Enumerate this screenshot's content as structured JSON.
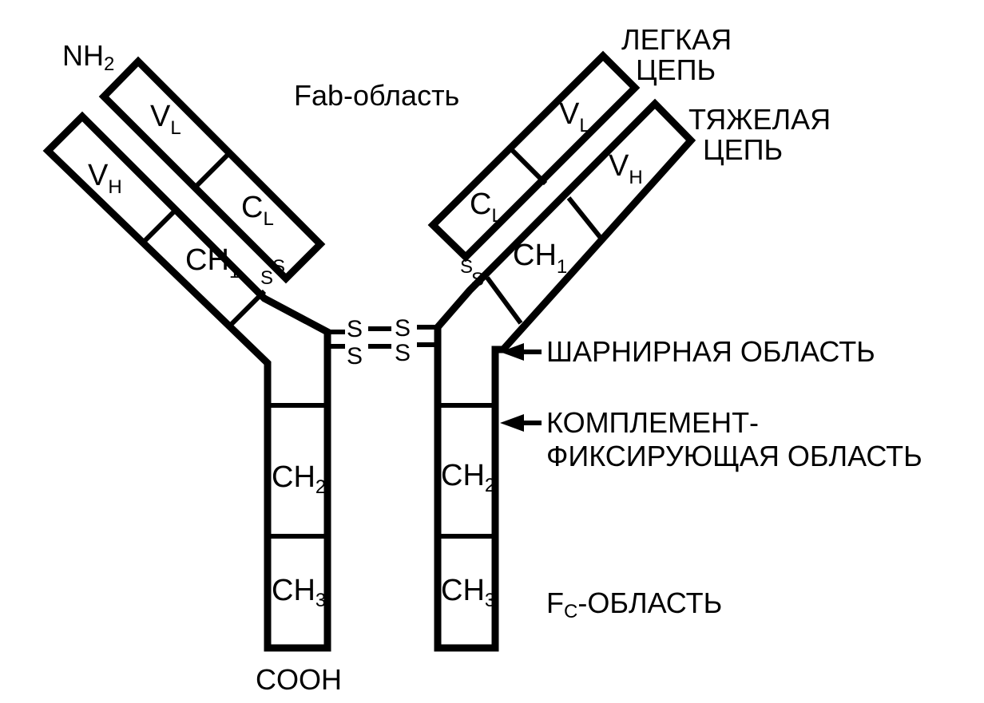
{
  "labels": {
    "nh2_main": "NH",
    "nh2_sub": "2",
    "fab": "Fab-область",
    "light_line1": "ЛЕГКАЯ",
    "light_line2": "ЦЕПЬ",
    "heavy_line1": "ТЯЖЕЛАЯ",
    "heavy_line2": "ЦЕПЬ",
    "hinge": "ШАРНИРНАЯ ОБЛАСТЬ",
    "complement_line1": "КОМПЛЕМЕНТ-",
    "complement_line2": "ФИКСИРУЮЩАЯ ОБЛАСТЬ",
    "fc_main": "F",
    "fc_sub": "C",
    "fc_rest": "-ОБЛАСТЬ",
    "cooh": "COOH"
  },
  "domains": {
    "v_main": "V",
    "c_main": "C",
    "ch_main": "CH",
    "l_sub": "L",
    "h_sub": "H",
    "one_sub": "1",
    "two_sub": "2",
    "three_sub": "3"
  },
  "disulfide": {
    "s": "S"
  }
}
